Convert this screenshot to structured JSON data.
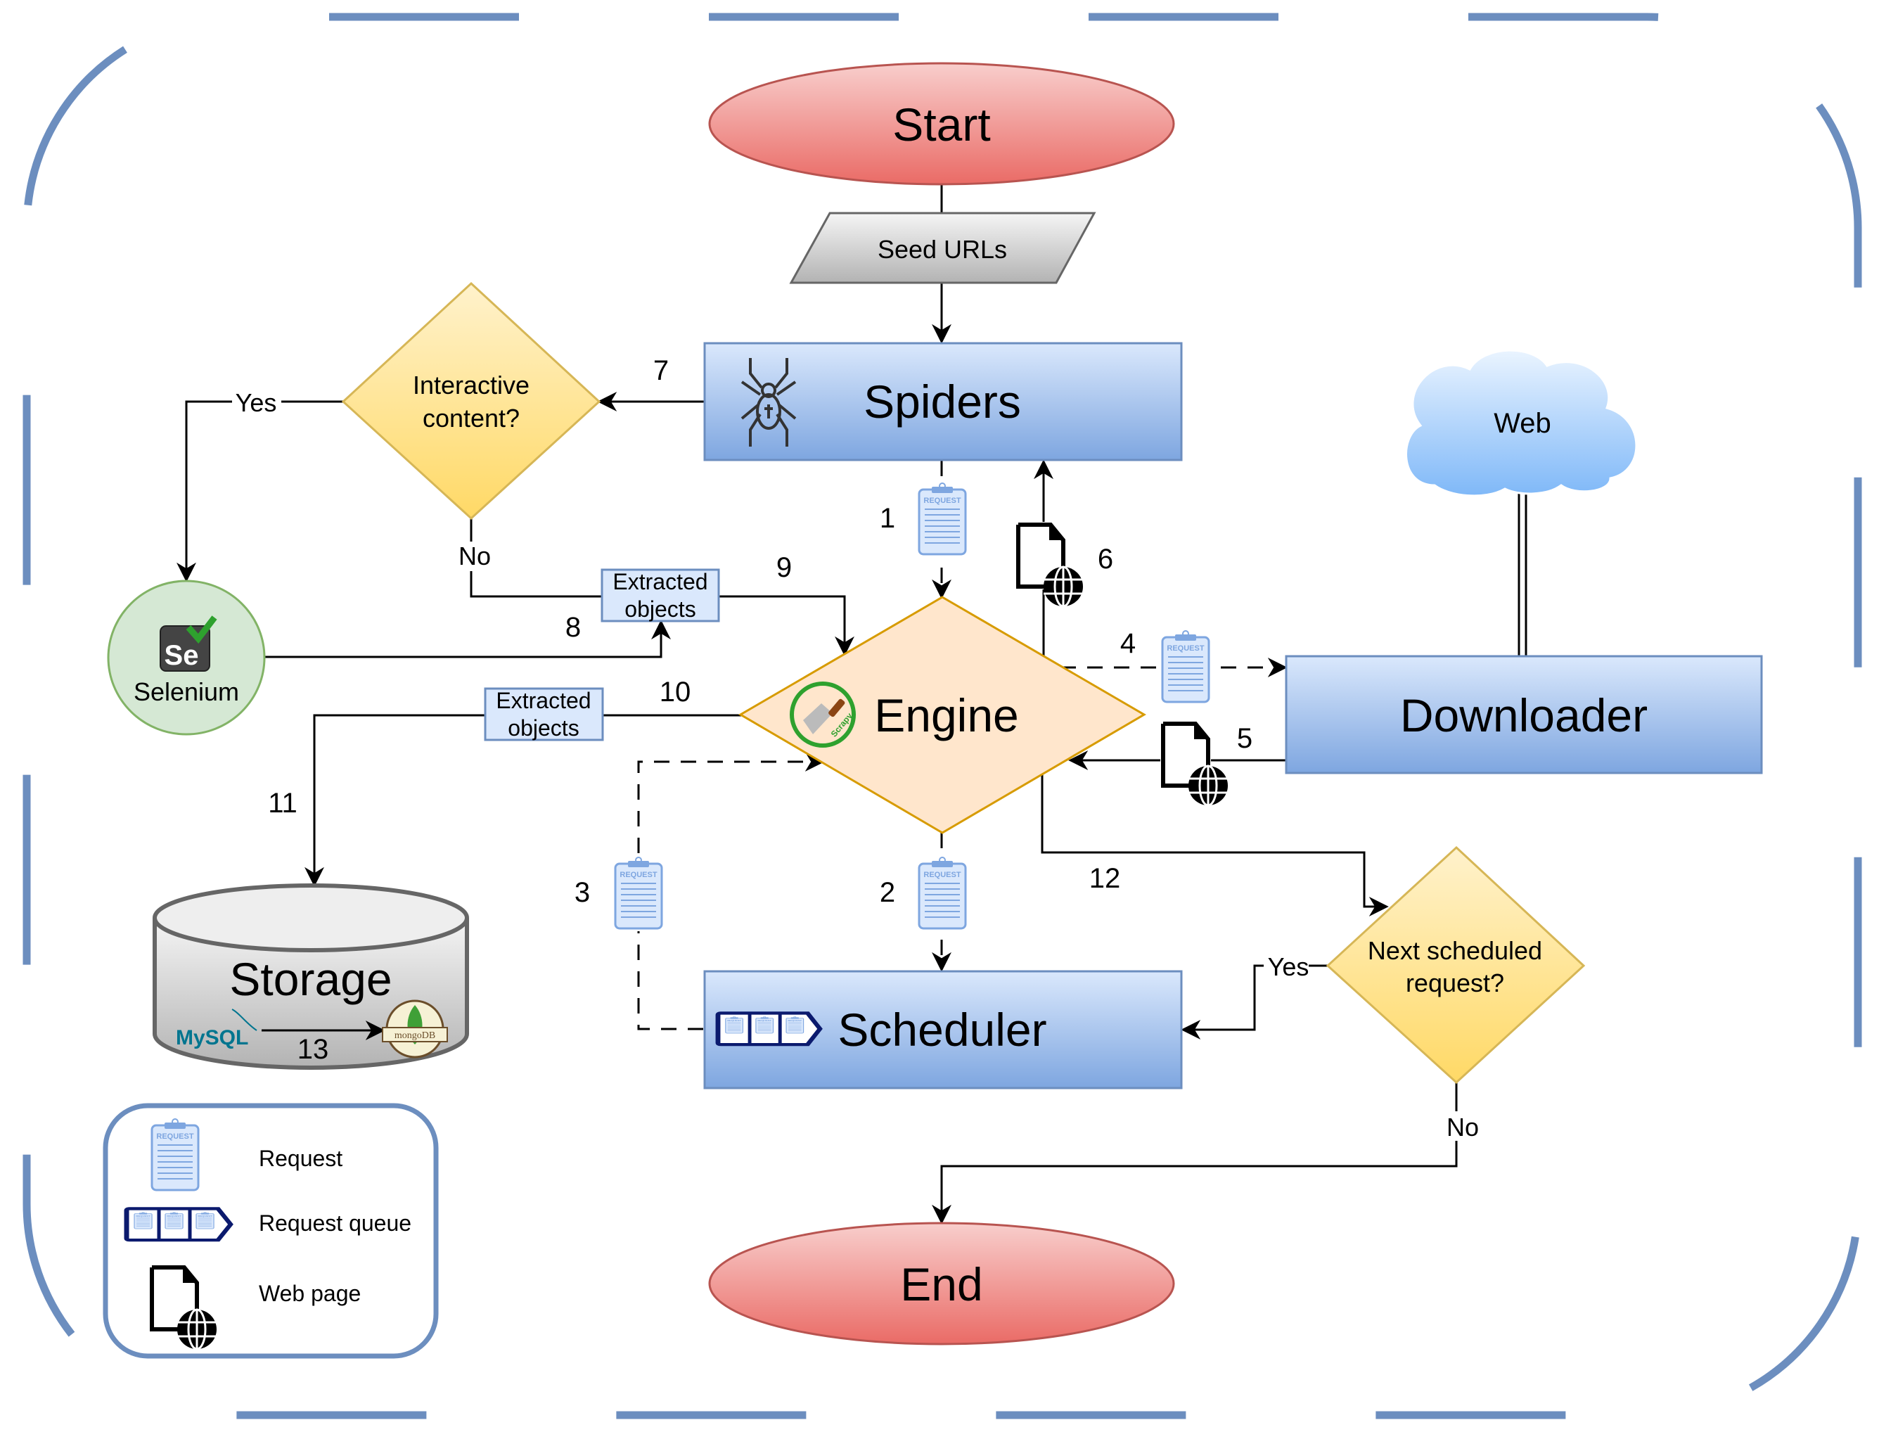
{
  "diagram": {
    "title": "Web crawling workflow (Scrapy + Selenium)",
    "nodes": {
      "start": {
        "label": "Start",
        "shape": "ellipse",
        "color": "#EA6B66"
      },
      "seed_urls": {
        "label": "Seed URLs",
        "shape": "parallelogram",
        "color": "#CCCCCC"
      },
      "spiders": {
        "label": "Spiders",
        "shape": "rectangle",
        "icon": "spider-icon",
        "color": "#7EA6E0"
      },
      "interactive": {
        "label_line1": "Interactive",
        "label_line2": "content?",
        "shape": "diamond",
        "color": "#FFD966"
      },
      "selenium": {
        "label": "Selenium",
        "shape": "circle",
        "icon": "selenium-logo-icon",
        "icon_text": "Se",
        "color": "#D5E8D4"
      },
      "extracted_1": {
        "label_line1": "Extracted",
        "label_line2": "objects"
      },
      "extracted_2": {
        "label_line1": "Extracted",
        "label_line2": "objects"
      },
      "engine": {
        "label": "Engine",
        "shape": "diamond",
        "icon": "scrapy-logo-icon",
        "icon_text": "Scrapy",
        "color": "#FFE6CC"
      },
      "web": {
        "label": "Web",
        "shape": "cloud",
        "color": "#99CCFF"
      },
      "downloader": {
        "label": "Downloader",
        "shape": "rectangle",
        "color": "#7EA6E0"
      },
      "storage": {
        "label": "Storage",
        "shape": "cylinder",
        "mysql_label": "MySQL",
        "mongo_label": "mongoDB",
        "color": "#B3B3B3"
      },
      "scheduler": {
        "label": "Scheduler",
        "shape": "rectangle",
        "icon": "request-queue-icon",
        "color": "#7EA6E0"
      },
      "next_request": {
        "label_line1": "Next scheduled",
        "label_line2": "request?",
        "shape": "diamond",
        "color": "#FFD966"
      },
      "end": {
        "label": "End",
        "shape": "ellipse",
        "color": "#EA6B66"
      }
    },
    "edge_labels": {
      "e1": "1",
      "e2": "2",
      "e3": "3",
      "e4": "4",
      "e5": "5",
      "e6": "6",
      "e7": "7",
      "e8": "8",
      "e9": "9",
      "e10": "10",
      "e11": "11",
      "e12": "12",
      "e13": "13"
    },
    "branch_labels": {
      "interactive_yes": "Yes",
      "interactive_no": "No",
      "next_yes": "Yes",
      "next_no": "No"
    },
    "request_icon_text": "REQUEST",
    "legend": {
      "items": [
        {
          "icon": "request-icon",
          "label": "Request"
        },
        {
          "icon": "request-queue-icon",
          "label": "Request queue"
        },
        {
          "icon": "web-page-icon",
          "label": "Web page"
        }
      ]
    },
    "colors": {
      "border": "#6C8EBF",
      "box_stroke": "#6C8EBF",
      "decision_stroke": "#D6B656",
      "engine_stroke": "#D79B00",
      "start_stroke": "#B85450"
    }
  }
}
